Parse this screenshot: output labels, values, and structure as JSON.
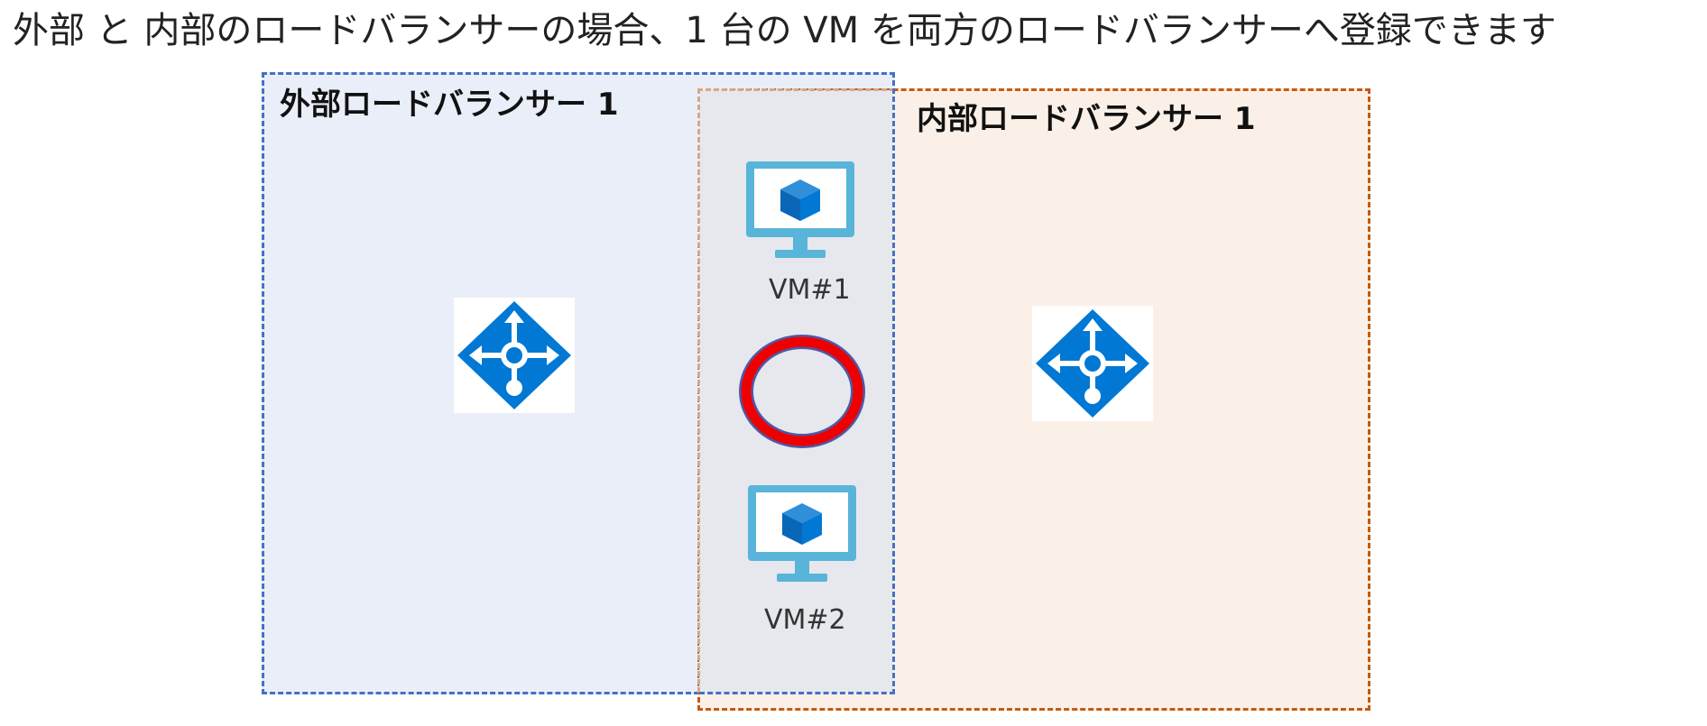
{
  "headline": "外部 と 内部のロードバランサーの場合、1 台の VM を両方のロードバランサーへ登録できます",
  "external_lb": {
    "title": "外部ロードバランサー 1",
    "border_color": "#4472c4",
    "fill_color": "#e9eef8",
    "icon": "load-balancer-icon"
  },
  "internal_lb": {
    "title": "内部ロードバランサー 1",
    "border_color": "#c55a11",
    "fill_color": "#fbf0e8",
    "icon": "load-balancer-icon"
  },
  "vms": [
    {
      "label": "VM#1",
      "icon": "virtual-machine-icon"
    },
    {
      "label": "VM#2",
      "icon": "virtual-machine-icon"
    }
  ],
  "status_mark": {
    "icon": "circle-ok-mark",
    "color": "#ee0000"
  },
  "colors": {
    "azure_blue": "#0078d4",
    "vm_screen": "#59b4d9"
  }
}
